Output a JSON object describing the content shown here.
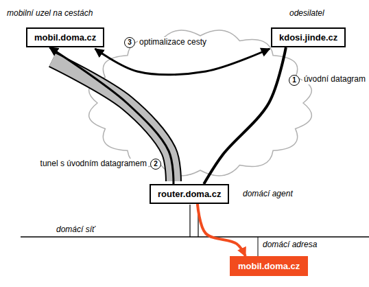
{
  "diagram": {
    "nodes": [
      {
        "text": [
          "mobil.doma.cz"
        ]
      },
      {
        "text": [
          "kdosi.jinde.cz"
        ]
      },
      {
        "text": [
          "router.doma.cz"
        ]
      },
      {
        "text": [
          "mobil.doma.cz"
        ]
      }
    ],
    "edges": [
      {
        "from": 1,
        "to": 2,
        "arrow": "none"
      },
      {
        "from": 2,
        "to": 0,
        "arrow": "to"
      },
      {
        "from": 1,
        "to": 0,
        "arrow": "both"
      },
      {
        "from": 2,
        "to": 3,
        "arrow": "to"
      }
    ],
    "labels": [
      "mobilní uzel na cestách",
      "odesilatel",
      "3",
      "optimalizace cesty",
      "1",
      "úvodní datagram",
      "tunel s úvodním datagramem",
      "2",
      "domácí agent",
      "domácí síť",
      "domácí adresa"
    ]
  }
}
